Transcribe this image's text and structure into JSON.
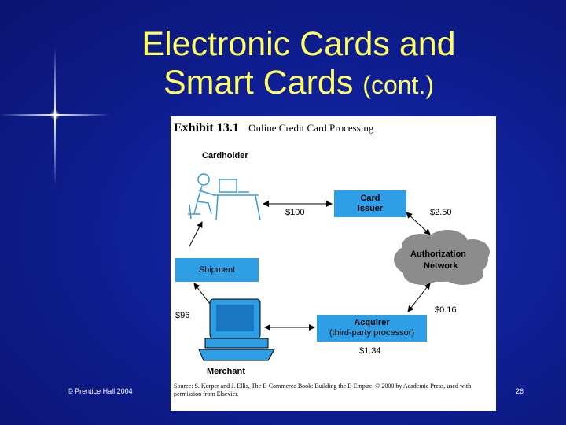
{
  "slide": {
    "title_line1": "Electronic Cards and",
    "title_line2": "Smart Cards",
    "title_suffix": "(cont.)",
    "footer_left": "© Prentice Hall 2004",
    "page_number": "26"
  },
  "exhibit": {
    "number": "Exhibit 13.1",
    "title": "Online Credit Card Processing",
    "nodes": {
      "cardholder": "Cardholder",
      "card_issuer_line1": "Card",
      "card_issuer_line2": "Issuer",
      "authorization_line1": "Authorization",
      "authorization_line2": "Network",
      "shipment": "Shipment",
      "acquirer_line1": "Acquirer",
      "acquirer_line2": "(third-party processor)",
      "merchant": "Merchant"
    },
    "amounts": {
      "cardholder_to_issuer": "$100",
      "issuer_to_network": "$2.50",
      "network_to_acquirer": "$0.16",
      "acquirer_fee": "$1.34",
      "merchant_receives": "$96"
    },
    "source": "Source: S. Korper and J. Ellis, The E-Commerce Book: Building the E-Empire. © 2000 by Academic Press, used with permission from Elsevier."
  },
  "colors": {
    "title": "#ffff66",
    "box_fill": "#2e9ee6",
    "background": "#0f1f95",
    "cloud": "#8c8c8c"
  }
}
